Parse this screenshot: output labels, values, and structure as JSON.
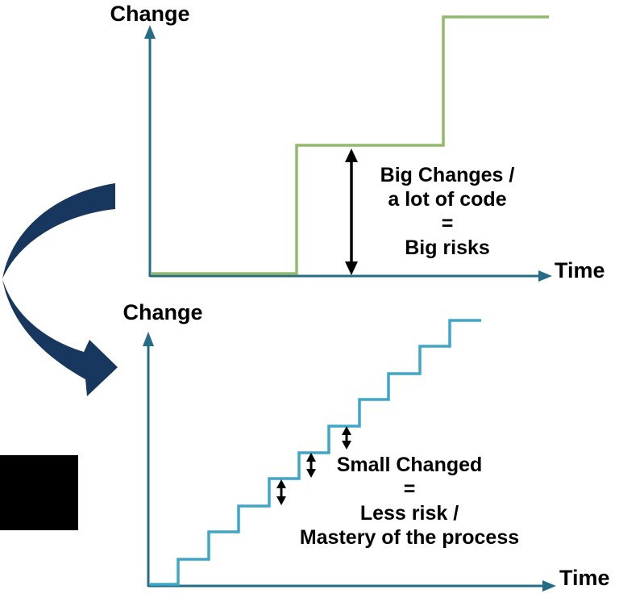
{
  "diagram": {
    "description": "Two step charts comparing big-bang changes versus small incremental changes over time",
    "colors": {
      "axis_teal": "#266C86",
      "big_step_green": "#92BA6C",
      "small_step_blue": "#3EA6C9",
      "connector_navy": "#17375E",
      "annotation_black": "#000000",
      "black_box": "#000000"
    },
    "connector_arrow": {
      "shape": "curved-crescent-arrow",
      "direction": "from top chart down to bottom chart",
      "color": "#17375E"
    },
    "black_box": {
      "visible": true,
      "text": ""
    }
  },
  "top_chart": {
    "y_axis_label": "Change",
    "x_axis_label": "Time",
    "annotation_lines": [
      "Big Changes /",
      "a lot of code",
      "=",
      "Big risks"
    ],
    "gap_arrow": "vertical double-headed arrow marking the large step height"
  },
  "bottom_chart": {
    "y_axis_label": "Change",
    "x_axis_label": "Time",
    "annotation_lines": [
      "Small Changed",
      "=",
      "Less risk /",
      "Mastery of the process"
    ],
    "gap_arrows": "three small vertical double-headed arrows marking small step heights"
  },
  "chart_data": [
    {
      "type": "line",
      "title": "Big changes step chart",
      "xlabel": "Time",
      "ylabel": "Change",
      "grid": false,
      "legend": false,
      "axis_ranges": "unlabeled conceptual axes, values in percent of plot area",
      "series": [
        {
          "name": "big-changes-step",
          "style": "step",
          "color": "#92BA6C",
          "points_percent": [
            [
              0,
              0
            ],
            [
              36,
              0
            ],
            [
              36,
              50
            ],
            [
              73,
              50
            ],
            [
              73,
              100
            ],
            [
              99,
              100
            ]
          ]
        }
      ],
      "annotation": "Big Changes / a lot of code = Big risks"
    },
    {
      "type": "line",
      "title": "Small changes staircase chart",
      "xlabel": "Time",
      "ylabel": "Change",
      "grid": false,
      "legend": false,
      "axis_ranges": "unlabeled conceptual axes, values in percent of plot area",
      "series": [
        {
          "name": "small-changes-staircase",
          "style": "step",
          "color": "#3EA6C9",
          "step_count": 10,
          "points_percent": [
            [
              0,
              0
            ],
            [
              7,
              0
            ],
            [
              7,
              10
            ],
            [
              14.5,
              10
            ],
            [
              14.5,
              20
            ],
            [
              22,
              20
            ],
            [
              22,
              30
            ],
            [
              29.5,
              30
            ],
            [
              29.5,
              40
            ],
            [
              37,
              40
            ],
            [
              37,
              50
            ],
            [
              44,
              50
            ],
            [
              44,
              60
            ],
            [
              51.5,
              60
            ],
            [
              51.5,
              70
            ],
            [
              59,
              70
            ],
            [
              59,
              80
            ],
            [
              66.5,
              80
            ],
            [
              66.5,
              90
            ],
            [
              74,
              90
            ],
            [
              74,
              100
            ],
            [
              81.5,
              100
            ]
          ]
        }
      ],
      "annotation": "Small Changed = Less risk / Mastery of the process"
    }
  ]
}
